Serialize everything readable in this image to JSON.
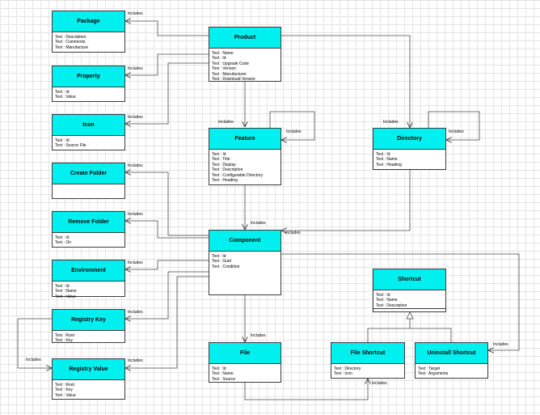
{
  "classes": {
    "package": {
      "name": "Package",
      "attrs": [
        "Text : Description",
        "Text : Comments",
        "Text : Manufacture"
      ]
    },
    "product": {
      "name": "Product",
      "attrs": [
        "Text : Name",
        "Text : Id",
        "Text : Upgrade Code",
        "Text : Version",
        "Text : Manufacturer",
        "Text : Download Version"
      ]
    },
    "property": {
      "name": "Property",
      "attrs": [
        "Text : Id",
        "Text : Value"
      ]
    },
    "icon": {
      "name": "Icon",
      "attrs": [
        "Text : Id",
        "Text : Source File"
      ]
    },
    "feature": {
      "name": "Feature",
      "attrs": [
        "Text : Id",
        "Text : Title",
        "Text : Display",
        "Text : Description",
        "Text : Configurable Directory",
        "Text : Heading"
      ]
    },
    "directory": {
      "name": "Directory",
      "attrs": [
        "Text : Id",
        "Text : Name",
        "Text : Heading"
      ]
    },
    "create_folder": {
      "name": "Create Folder",
      "attrs": []
    },
    "remove_folder": {
      "name": "Remove Folder",
      "attrs": [
        "Text : Id",
        "Text : On"
      ]
    },
    "component": {
      "name": "Component",
      "attrs": [
        "Text : Id",
        "Text : Guid",
        "Text : Condition"
      ]
    },
    "environment": {
      "name": "Environment",
      "attrs": [
        "Text : Id",
        "Text : Name",
        "Text : Value"
      ]
    },
    "shortcut": {
      "name": "Shortcut",
      "attrs": [
        "Text : Id",
        "Text : Name",
        "Text : Description"
      ]
    },
    "registry_key": {
      "name": "Registry Key",
      "attrs": [
        "Text : Root",
        "Text : Key"
      ]
    },
    "registry_value": {
      "name": "Registry Value",
      "attrs": [
        "Text : Root",
        "Text : Key",
        "Text : Value"
      ]
    },
    "file": {
      "name": "File",
      "attrs": [
        "Text : Id",
        "Text : Name",
        "Text : Source"
      ]
    },
    "file_shortcut": {
      "name": "File Shortcut",
      "attrs": [
        "Text : Directory",
        "Text : Icon"
      ]
    },
    "uninstall_shortcut": {
      "name": "Uninstall Shortcut",
      "attrs": [
        "Text : Target",
        "Text : Arguments"
      ]
    }
  },
  "relation_label": "Includes"
}
